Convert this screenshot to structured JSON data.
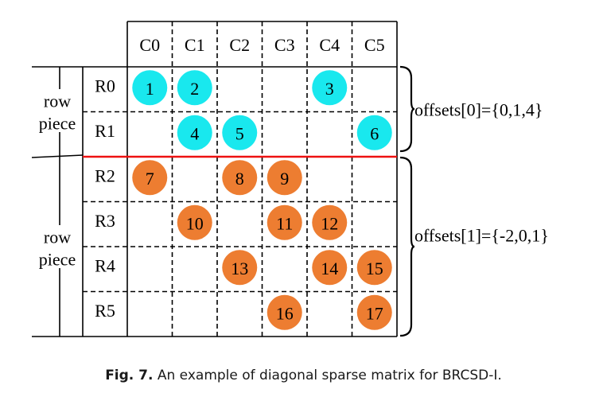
{
  "columns": [
    "C0",
    "C1",
    "C2",
    "C3",
    "C4",
    "C5"
  ],
  "rows": [
    "R0",
    "R1",
    "R2",
    "R3",
    "R4",
    "R5"
  ],
  "row_piece_labels": [
    {
      "line1": "row",
      "line2": "piece"
    },
    {
      "line1": "row",
      "line2": "piece"
    }
  ],
  "offsets": [
    "offsets[0]={0,1,4}",
    "offsets[1]={-2,0,1}"
  ],
  "elements": [
    {
      "label": "1",
      "row": 0,
      "col": 0,
      "group": 0
    },
    {
      "label": "2",
      "row": 0,
      "col": 1,
      "group": 0
    },
    {
      "label": "3",
      "row": 0,
      "col": 4,
      "group": 0
    },
    {
      "label": "4",
      "row": 1,
      "col": 1,
      "group": 0
    },
    {
      "label": "5",
      "row": 1,
      "col": 2,
      "group": 0
    },
    {
      "label": "6",
      "row": 1,
      "col": 5,
      "group": 0
    },
    {
      "label": "7",
      "row": 2,
      "col": 0,
      "group": 1
    },
    {
      "label": "8",
      "row": 2,
      "col": 2,
      "group": 1
    },
    {
      "label": "9",
      "row": 2,
      "col": 3,
      "group": 1
    },
    {
      "label": "10",
      "row": 3,
      "col": 1,
      "group": 1
    },
    {
      "label": "11",
      "row": 3,
      "col": 3,
      "group": 1
    },
    {
      "label": "12",
      "row": 3,
      "col": 4,
      "group": 1
    },
    {
      "label": "13",
      "row": 4,
      "col": 2,
      "group": 1
    },
    {
      "label": "14",
      "row": 4,
      "col": 4,
      "group": 1
    },
    {
      "label": "15",
      "row": 4,
      "col": 5,
      "group": 1
    },
    {
      "label": "16",
      "row": 5,
      "col": 3,
      "group": 1
    },
    {
      "label": "17",
      "row": 5,
      "col": 5,
      "group": 1
    }
  ],
  "colors": {
    "group0": "#19e8ee",
    "group1": "#ed7d31",
    "divider": "#ee1111",
    "line": "#000000"
  },
  "caption": {
    "label": "Fig. 7.",
    "text": " An example of diagonal sparse matrix for BRCSD-I."
  }
}
